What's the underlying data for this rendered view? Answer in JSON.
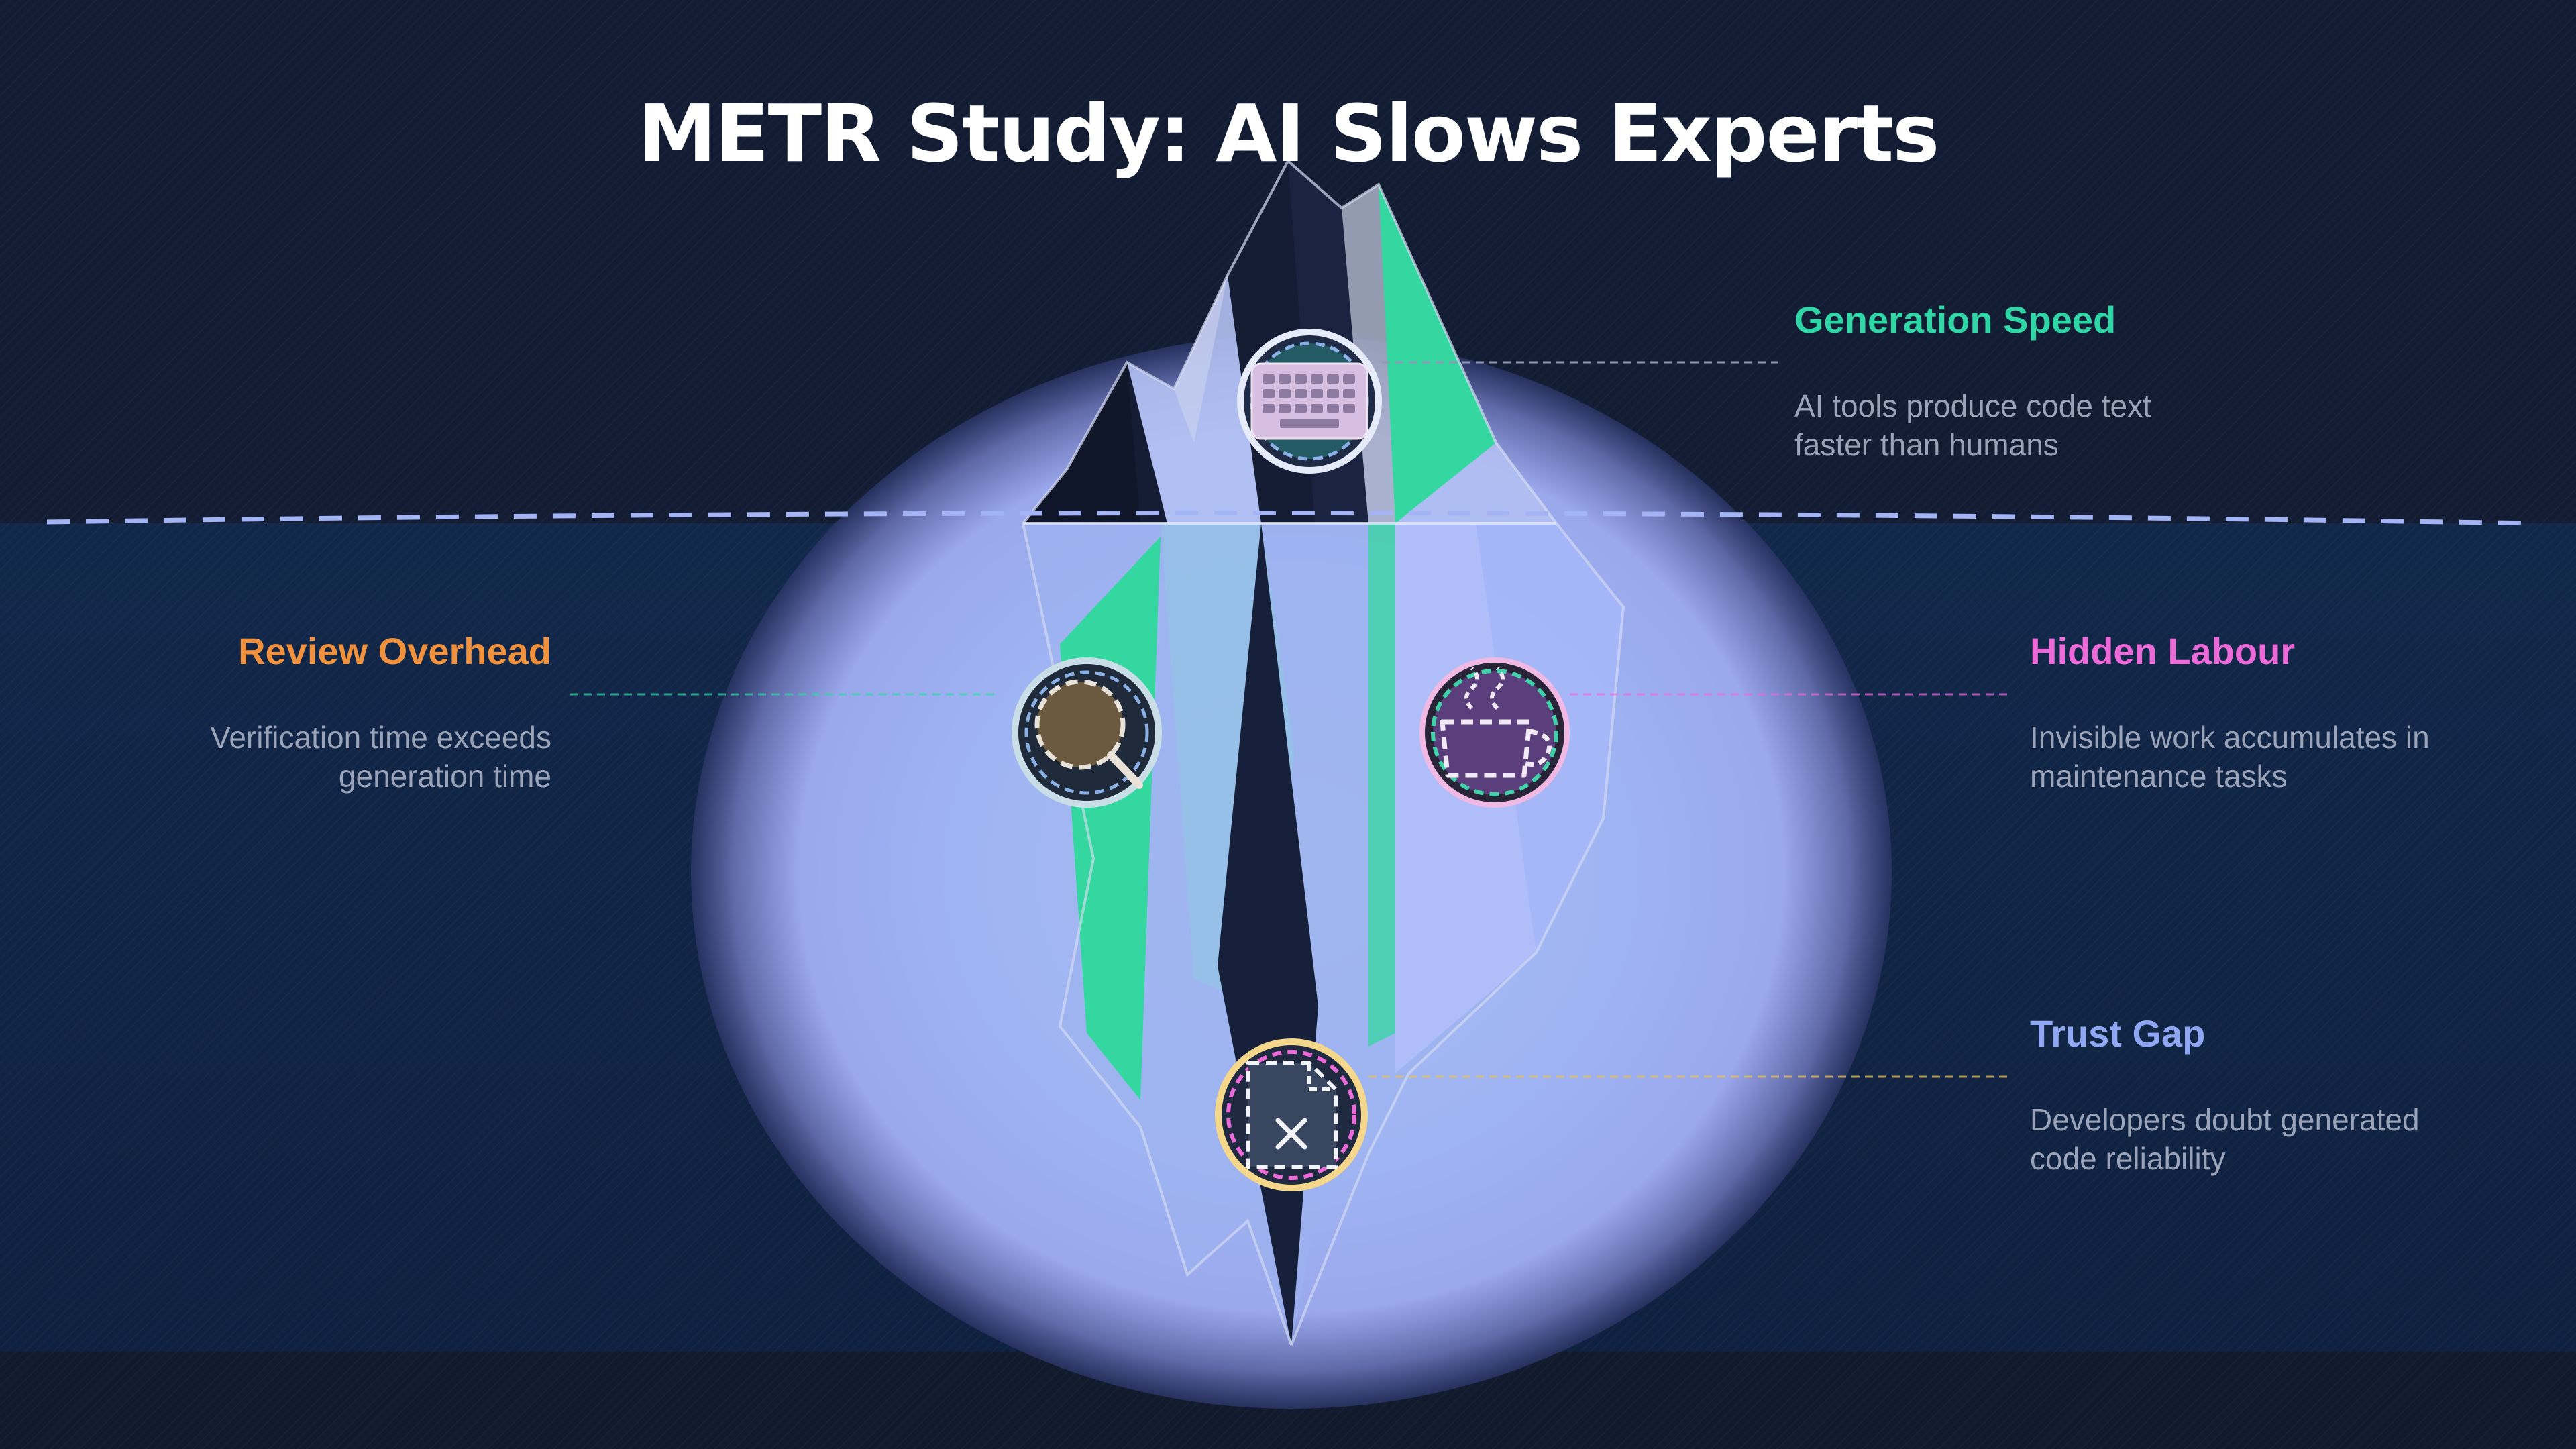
{
  "title": "METR Study: AI Slows Experts",
  "callouts": [
    {
      "id": "generation-speed",
      "title": "Generation Speed",
      "line1": "AI tools produce code text",
      "line2": "faster than humans",
      "color": "#2fd6a6",
      "icon": "keyboard-icon"
    },
    {
      "id": "review-overhead",
      "title": "Review Overhead",
      "line1": "Verification time exceeds",
      "line2": "generation time",
      "color": "#f0913d",
      "icon": "magnifier-icon"
    },
    {
      "id": "hidden-labour",
      "title": "Hidden Labour",
      "line1": "Invisible work accumulates in",
      "line2": "maintenance tasks",
      "color": "#ec6ad8",
      "icon": "coffee-cup-icon"
    },
    {
      "id": "trust-gap",
      "title": "Trust Gap",
      "line1": "Developers doubt generated",
      "line2": "code reliability",
      "color": "#8fa6f2",
      "icon": "broken-file-icon"
    }
  ],
  "colors": {
    "sky": "#121c33",
    "water": "#12284a",
    "waterline": "#a3b4f5",
    "iceberg_light": "#aebcf5",
    "iceberg_dark": "#141d33",
    "iceberg_green": "#33d69e"
  }
}
